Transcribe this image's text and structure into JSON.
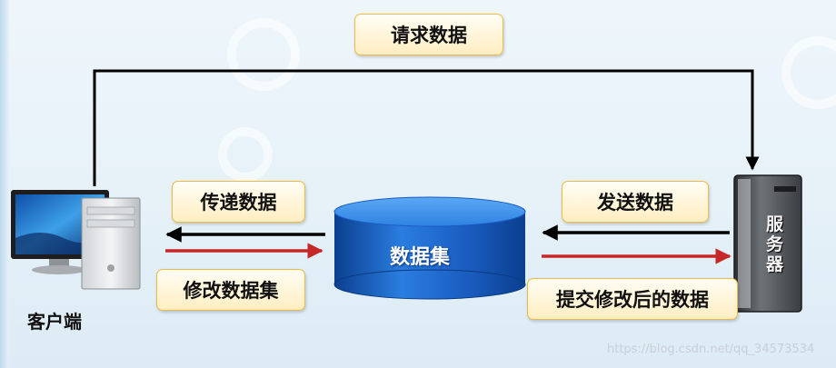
{
  "labels": {
    "request": "请求数据",
    "pass": "传递数据",
    "modify": "修改数据集",
    "send": "发送数据",
    "submit": "提交修改后的数据"
  },
  "nodes": {
    "client": "客户端",
    "dataset": "数据集",
    "server_chars": [
      "服",
      "务",
      "器"
    ]
  },
  "watermark": "https://blog.csdn.net/qq_34573534",
  "colors": {
    "label_fill": "#ffeec2",
    "label_border": "#f0b942",
    "arrow_black": "#000000",
    "arrow_red": "#c62828",
    "cylinder": "#1565c0"
  }
}
